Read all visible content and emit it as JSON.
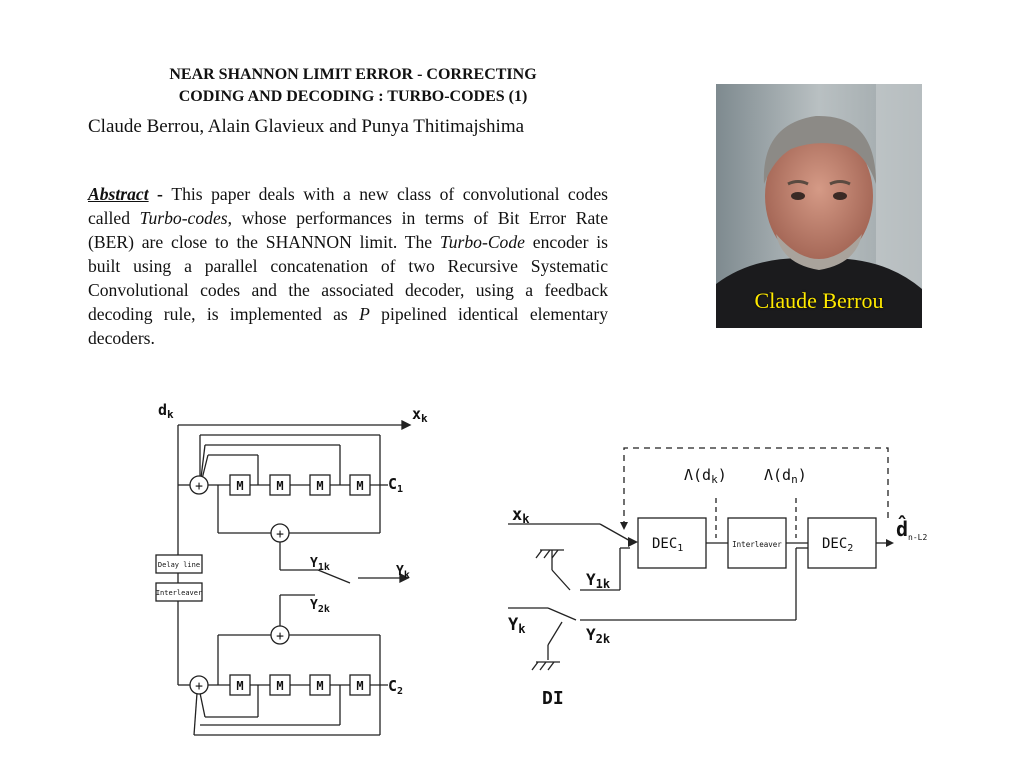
{
  "paper": {
    "title_line1": "NEAR SHANNON LIMIT ERROR - CORRECTING",
    "title_line2": "CODING AND DECODING : TURBO-CODES (1)",
    "authors": "Claude Berrou, Alain Glavieux and Punya Thitimajshima",
    "abstract_label": "Abstract",
    "abstract_sep": " - ",
    "abstract_p1": "This paper deals with a new class of convolutional codes called ",
    "abstract_em1": "Turbo-codes",
    "abstract_p2": ", whose performances in terms of Bit Error Rate (BER) are close to the SHANNON limit. The ",
    "abstract_em2": "Turbo-Code",
    "abstract_p3": " encoder is built using a parallel concatenation of two Recursive Systematic Convolutional codes and the associated decoder, using a feedback decoding rule, is implemented as ",
    "abstract_em3": "P",
    "abstract_p4": " pipelined identical elementary decoders."
  },
  "photo": {
    "caption": "Claude Berrou"
  },
  "encoder": {
    "input": "d",
    "input_sub": "k",
    "out_x": "x",
    "out_x_sub": "k",
    "memory_label": "M",
    "c1": "C",
    "c1_sub": "1",
    "c2": "C",
    "c2_sub": "2",
    "y1": "Y",
    "y1_sub": "1k",
    "y2": "Y",
    "y2_sub": "2k",
    "yk": "Y",
    "yk_sub": "k",
    "delay": "Delay line",
    "interleaver": "Interleaver",
    "plus": "+"
  },
  "decoder": {
    "xk": "x",
    "xk_sub": "k",
    "yk": "Y",
    "yk_sub": "k",
    "y1": "Y",
    "y1_sub": "1k",
    "y2": "Y",
    "y2_sub": "2k",
    "dec1": "DEC",
    "dec1_sub": "1",
    "dec2": "DEC",
    "dec2_sub": "2",
    "interleaver": "Interleaver",
    "lambda_dk": "Λ(d",
    "lambda_dk_sub": "k",
    "lambda_dn": "Λ(d",
    "lambda_dn_sub": "n",
    "close_paren": ")",
    "dhat": "d̂",
    "dhat_sub": "n-L2",
    "di": "DI"
  }
}
